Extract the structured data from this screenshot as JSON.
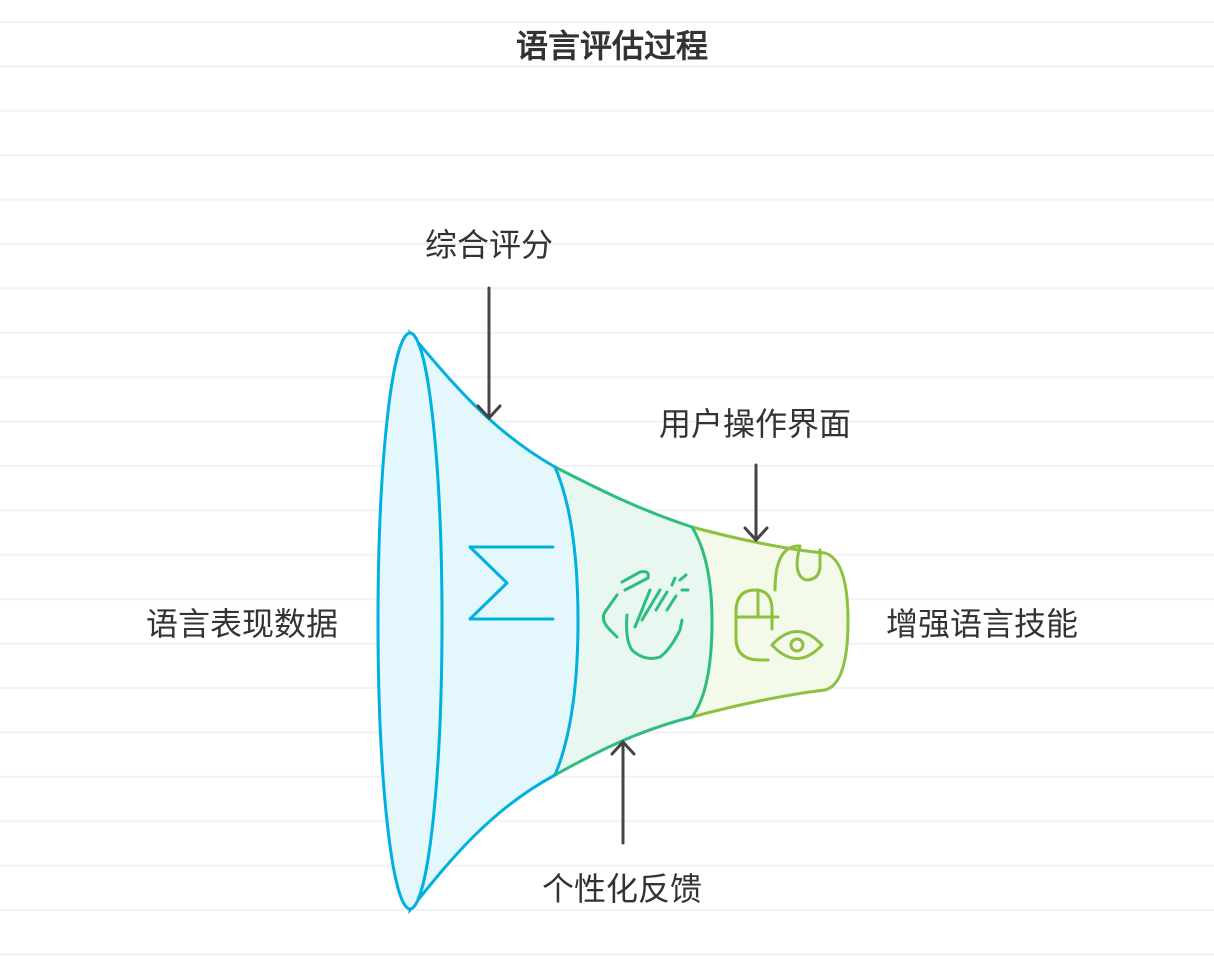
{
  "title": "语言评估过程",
  "input_label": "语言表现数据",
  "output_label": "增强语言技能",
  "stages": [
    {
      "label": "综合评分",
      "icon": "sigma-icon",
      "color": "#00B0E0",
      "fill": "#E3F7FD"
    },
    {
      "label": "个性化反馈",
      "icon": "clapping-hands-icon",
      "color": "#2DBE7E",
      "fill": "#E8F8F0"
    },
    {
      "label": "用户操作界面",
      "icon": "mouse-eye-icon",
      "color": "#8CC13F",
      "fill": "#F3FAE9"
    }
  ]
}
